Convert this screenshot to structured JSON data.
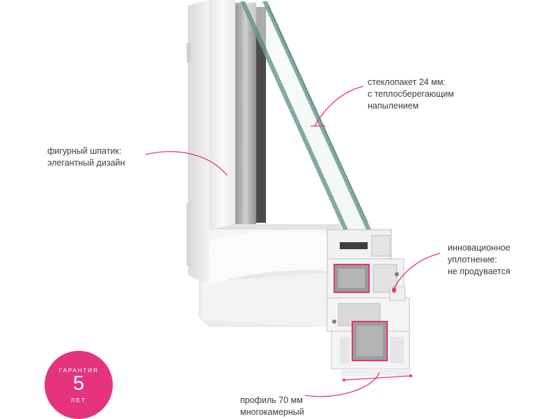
{
  "callouts": {
    "glass": {
      "line1": "стеклопакет 24 мм:",
      "line2": "с теплосберегающим",
      "line3": "напылением"
    },
    "bead": {
      "line1": "фигурный шпатик:",
      "line2": "элегантный дизайн"
    },
    "seal": {
      "line1": "инновационное",
      "line2": "уплотнение:",
      "line3": "не продувается"
    },
    "profile": {
      "line1": "профиль 70 мм",
      "line2": "многокамерный"
    }
  },
  "badge": {
    "top": "ГАРАНТИЯ",
    "number": "5",
    "bottom": "ЛЕТ"
  },
  "colors": {
    "accent": "#e5337e",
    "text": "#3c3c3c",
    "glass_edge": "#5f8a80",
    "frame": "#f2f2f2"
  }
}
